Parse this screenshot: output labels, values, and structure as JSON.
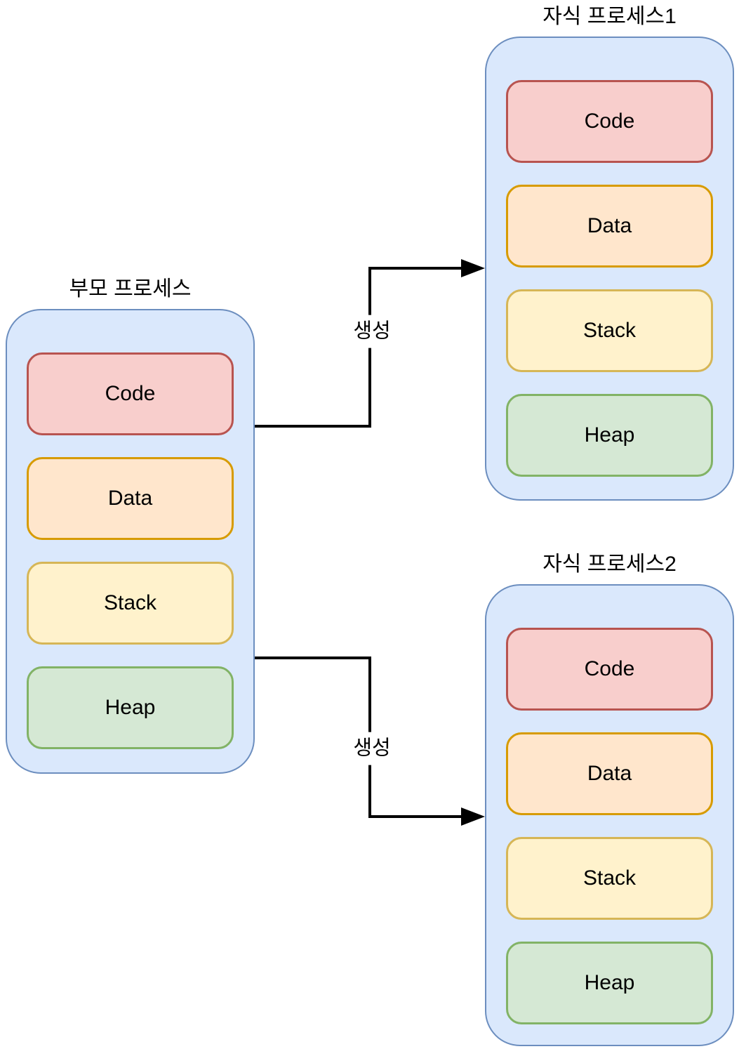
{
  "diagram": {
    "parent_process": {
      "title": "부모 프로세스",
      "segments": [
        {
          "label": "Code"
        },
        {
          "label": "Data"
        },
        {
          "label": "Stack"
        },
        {
          "label": "Heap"
        }
      ]
    },
    "child_process_1": {
      "title": "자식 프로세스1",
      "segments": [
        {
          "label": "Code"
        },
        {
          "label": "Data"
        },
        {
          "label": "Stack"
        },
        {
          "label": "Heap"
        }
      ]
    },
    "child_process_2": {
      "title": "자식 프로세스2",
      "segments": [
        {
          "label": "Code"
        },
        {
          "label": "Data"
        },
        {
          "label": "Stack"
        },
        {
          "label": "Heap"
        }
      ]
    },
    "arrows": [
      {
        "label": "생성",
        "from": "부모 프로세스",
        "to": "자식 프로세스1"
      },
      {
        "label": "생성",
        "from": "부모 프로세스",
        "to": "자식 프로세스2"
      }
    ],
    "colors": {
      "container_fill": "#dae8fc",
      "container_stroke": "#6c8ebf",
      "code_fill": "#f8cecc",
      "code_stroke": "#b85450",
      "data_fill": "#ffe6cc",
      "data_stroke": "#d79b00",
      "stack_fill": "#fff2cc",
      "stack_stroke": "#d6b656",
      "heap_fill": "#d5e8d4",
      "heap_stroke": "#82b366",
      "arrow": "#000000",
      "text": "#000000"
    }
  }
}
